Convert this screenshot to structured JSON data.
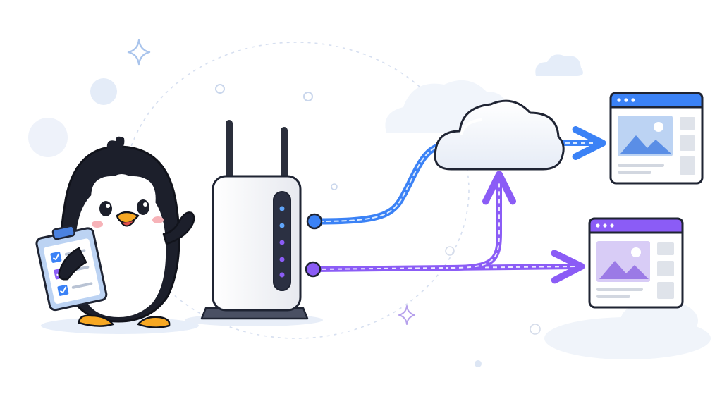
{
  "colors": {
    "background": "#ffffff",
    "ink": "#1f2433",
    "blue_accent": "#3b82f6",
    "purple_accent": "#8b5cf6",
    "soft_blue": "#e4edf9",
    "penguin_black": "#1c1f2b",
    "penguin_beak": "#f7a823",
    "router_body": "#f4f5f8",
    "cloud_fill": "#f6f8fc"
  },
  "scene": {
    "characters": [
      "penguin-icon"
    ],
    "devices": [
      "router-icon",
      "cloud-icon",
      "browser-window-icon",
      "browser-window-icon"
    ],
    "props": [
      "clipboard-icon",
      "checkbox-icon",
      "image-icon",
      "sparkle-icon"
    ]
  },
  "connections": [
    {
      "from": "router-port-blue",
      "to": "cloud",
      "color": "blue"
    },
    {
      "from": "cloud",
      "to": "browser-window-top",
      "color": "blue"
    },
    {
      "from": "router-port-purple",
      "to": "browser-window-bottom",
      "color": "purple"
    },
    {
      "from": "router-port-purple",
      "to": "cloud",
      "color": "purple"
    }
  ],
  "router": {
    "led_count": 5
  },
  "clipboard": {
    "checked_items": 3
  }
}
